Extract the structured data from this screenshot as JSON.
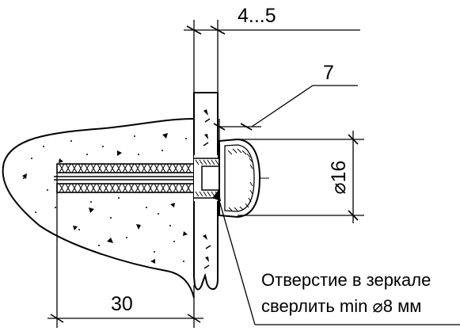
{
  "dimensions": {
    "thickness_label": "4...5",
    "depth_label": "30",
    "diameter_label": "⌀16",
    "size_label": "7"
  },
  "note": {
    "line1": "Отверстие в зеркале",
    "line2": "сверлить min ⌀8 мм"
  },
  "colors": {
    "ink": "#000000",
    "background": "#ffffff"
  }
}
